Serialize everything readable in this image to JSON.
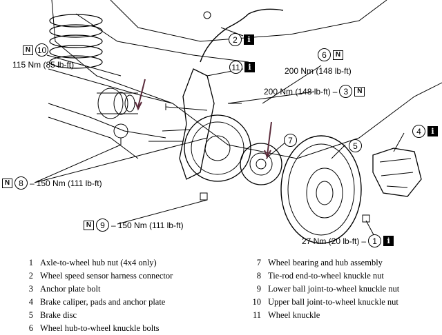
{
  "callouts": [
    {
      "id": "c2",
      "num": "2",
      "info": "i"
    },
    {
      "id": "c10",
      "num": "10",
      "nbox": "N",
      "torque": "115 Nm (85 lb-ft)"
    },
    {
      "id": "c11",
      "num": "11",
      "info": "i"
    },
    {
      "id": "c6",
      "num": "6",
      "nbox": "N",
      "torque": "200 Nm (148 lb-ft)"
    },
    {
      "id": "c3",
      "num": "3",
      "nbox": "N",
      "info": "",
      "torque": "200 Nm (148 lb-ft)"
    },
    {
      "id": "c7",
      "num": "7"
    },
    {
      "id": "c5",
      "num": "5"
    },
    {
      "id": "c4",
      "num": "4",
      "info": "i"
    },
    {
      "id": "c8",
      "num": "8",
      "nbox": "N",
      "torque": "150 Nm (111 lb-ft)"
    },
    {
      "id": "c9",
      "num": "9",
      "nbox": "N",
      "torque": "150 Nm (111 lb-ft)"
    },
    {
      "id": "c1",
      "num": "1",
      "info": "i",
      "torque": "27 Nm (20 lb-ft)"
    }
  ],
  "legend": {
    "left": [
      {
        "num": "1",
        "text": "Axle-to-wheel hub nut (4x4 only)"
      },
      {
        "num": "2",
        "text": "Wheel speed sensor harness connector"
      },
      {
        "num": "3",
        "text": "Anchor plate bolt"
      },
      {
        "num": "4",
        "text": "Brake caliper, pads and anchor plate"
      },
      {
        "num": "5",
        "text": "Brake disc"
      },
      {
        "num": "6",
        "text": "Wheel hub-to-wheel knuckle bolts"
      }
    ],
    "right": [
      {
        "num": "7",
        "text": "Wheel bearing and hub assembly"
      },
      {
        "num": "8",
        "text": "Tie-rod end-to-wheel knuckle nut"
      },
      {
        "num": "9",
        "text": "Lower ball joint-to-wheel knuckle nut"
      },
      {
        "num": "10",
        "text": "Upper ball joint-to-wheel knuckle nut"
      },
      {
        "num": "11",
        "text": "Wheel knuckle"
      }
    ]
  }
}
